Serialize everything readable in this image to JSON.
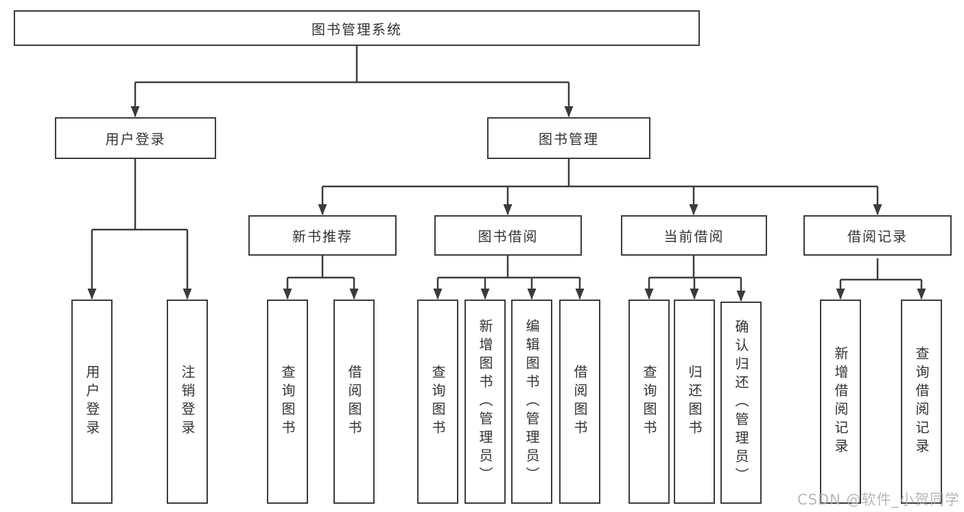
{
  "diagram": {
    "root": {
      "label": "图书管理系统"
    },
    "branches": [
      {
        "label": "用户登录",
        "children": [
          {
            "label": "用户登录"
          },
          {
            "label": "注销登录"
          }
        ]
      },
      {
        "label": "图书管理",
        "children": [
          {
            "label": "新书推荐",
            "children": [
              {
                "label": "查询图书"
              },
              {
                "label": "借阅图书"
              }
            ]
          },
          {
            "label": "图书借阅",
            "children": [
              {
                "label": "查询图书"
              },
              {
                "label": "新增图书（管理员）"
              },
              {
                "label": "编辑图书（管理员）"
              },
              {
                "label": "借阅图书"
              }
            ]
          },
          {
            "label": "当前借阅",
            "children": [
              {
                "label": "查询图书"
              },
              {
                "label": "归还图书"
              },
              {
                "label": "确认归还（管理员）"
              }
            ]
          },
          {
            "label": "借阅记录",
            "children": [
              {
                "label": "新增借阅记录"
              },
              {
                "label": "查询借阅记录"
              }
            ]
          }
        ]
      }
    ]
  },
  "watermark": {
    "text": "CSDN @软件_小贺同学"
  },
  "colors": {
    "line": "#3b3b3b",
    "box_fill": "#ffffff",
    "text": "#333333",
    "watermark": "#b0b0b0"
  }
}
